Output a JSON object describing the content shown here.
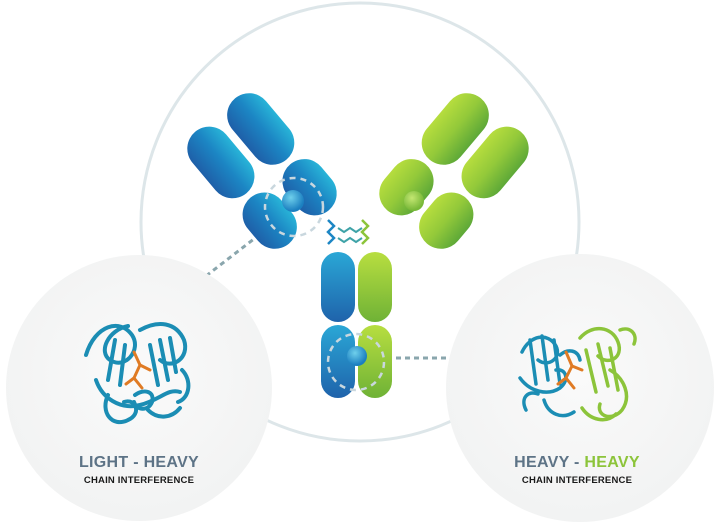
{
  "left_panel": {
    "title": "LIGHT - HEAVY",
    "subtitle": "CHAIN INTERFERENCE",
    "ribbon_color": "#1b8db4",
    "ligand_color": "#e07b24"
  },
  "right_panel": {
    "title_part1": "HEAVY",
    "title_separator": " - ",
    "title_part2": "HEAVY",
    "subtitle": "CHAIN INTERFERENCE",
    "ribbon_colors": [
      "#1b8db4",
      "#8cc43a"
    ],
    "ligand_color": "#e07b24"
  },
  "colors": {
    "blue_chain": "#1f7fc0",
    "green_chain": "#8cc43a",
    "title_gray": "#5d7386",
    "title_green": "#8cc43a",
    "outline": "#dde6e9",
    "connector": "#8aa6ad"
  },
  "icons": {
    "antibody": "y-shaped-antibody-icon",
    "left_structure": "protein-ribbon-icon",
    "right_structure": "protein-dimer-ribbon-icon"
  }
}
